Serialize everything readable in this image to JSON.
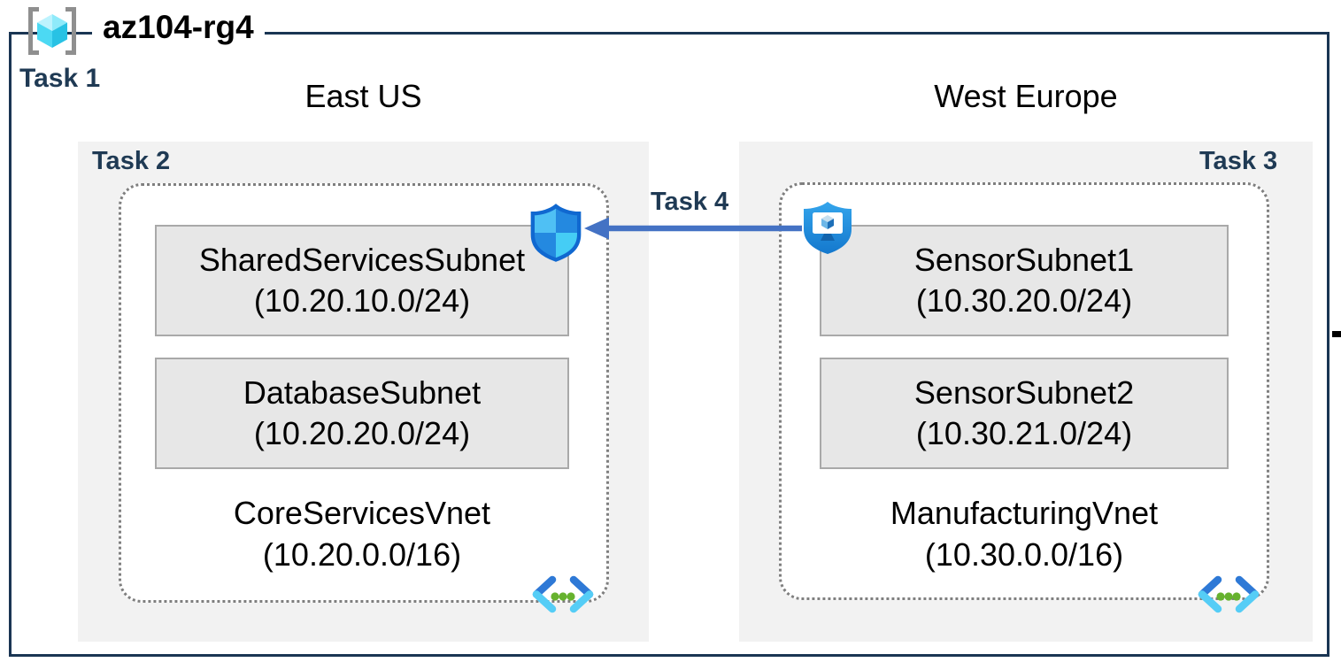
{
  "resource_group": {
    "name": "az104-rg4",
    "task": "Task 1"
  },
  "regions": [
    {
      "label": "East US",
      "task": "Task 2",
      "vnet": {
        "name": "CoreServicesVnet",
        "cidr": "(10.20.0.0/16)"
      },
      "subnets": [
        {
          "name": "SharedServicesSubnet",
          "cidr": "(10.20.10.0/24)"
        },
        {
          "name": "DatabaseSubnet",
          "cidr": "(10.20.20.0/24)"
        }
      ]
    },
    {
      "label": "West Europe",
      "task": "Task 3",
      "vnet": {
        "name": "ManufacturingVnet",
        "cidr": "(10.30.0.0/16)"
      },
      "subnets": [
        {
          "name": "SensorSubnet1",
          "cidr": "(10.30.20.0/24)"
        },
        {
          "name": "SensorSubnet2",
          "cidr": "(10.30.21.0/24)"
        }
      ]
    }
  ],
  "connection": {
    "task": "Task 4",
    "direction": "right-to-left"
  },
  "icons": {
    "resource_group": "resource-group-icon",
    "security_shield": "network-security-shield-icon",
    "shield_monitor": "shield-monitor-icon",
    "virtual_network": "virtual-network-icon"
  },
  "colors": {
    "frame": "#1a3553",
    "task_label": "#1f3a54",
    "arrow": "#4472c4",
    "region_box_bg": "#f2f2f2",
    "subnet_bg": "#e7e7e7",
    "subnet_border": "#a9a9a9",
    "dotted_border": "#7f7f7f",
    "shield_light_blue": "#4fc0f4",
    "shield_medium_blue": "#2489e0",
    "vnet_chevron_dark": "#2e79d6",
    "vnet_chevron_light": "#55cdf6",
    "vnet_dot_green": "#66b22e",
    "rg_cube_cyan": "#4cd9f3"
  }
}
